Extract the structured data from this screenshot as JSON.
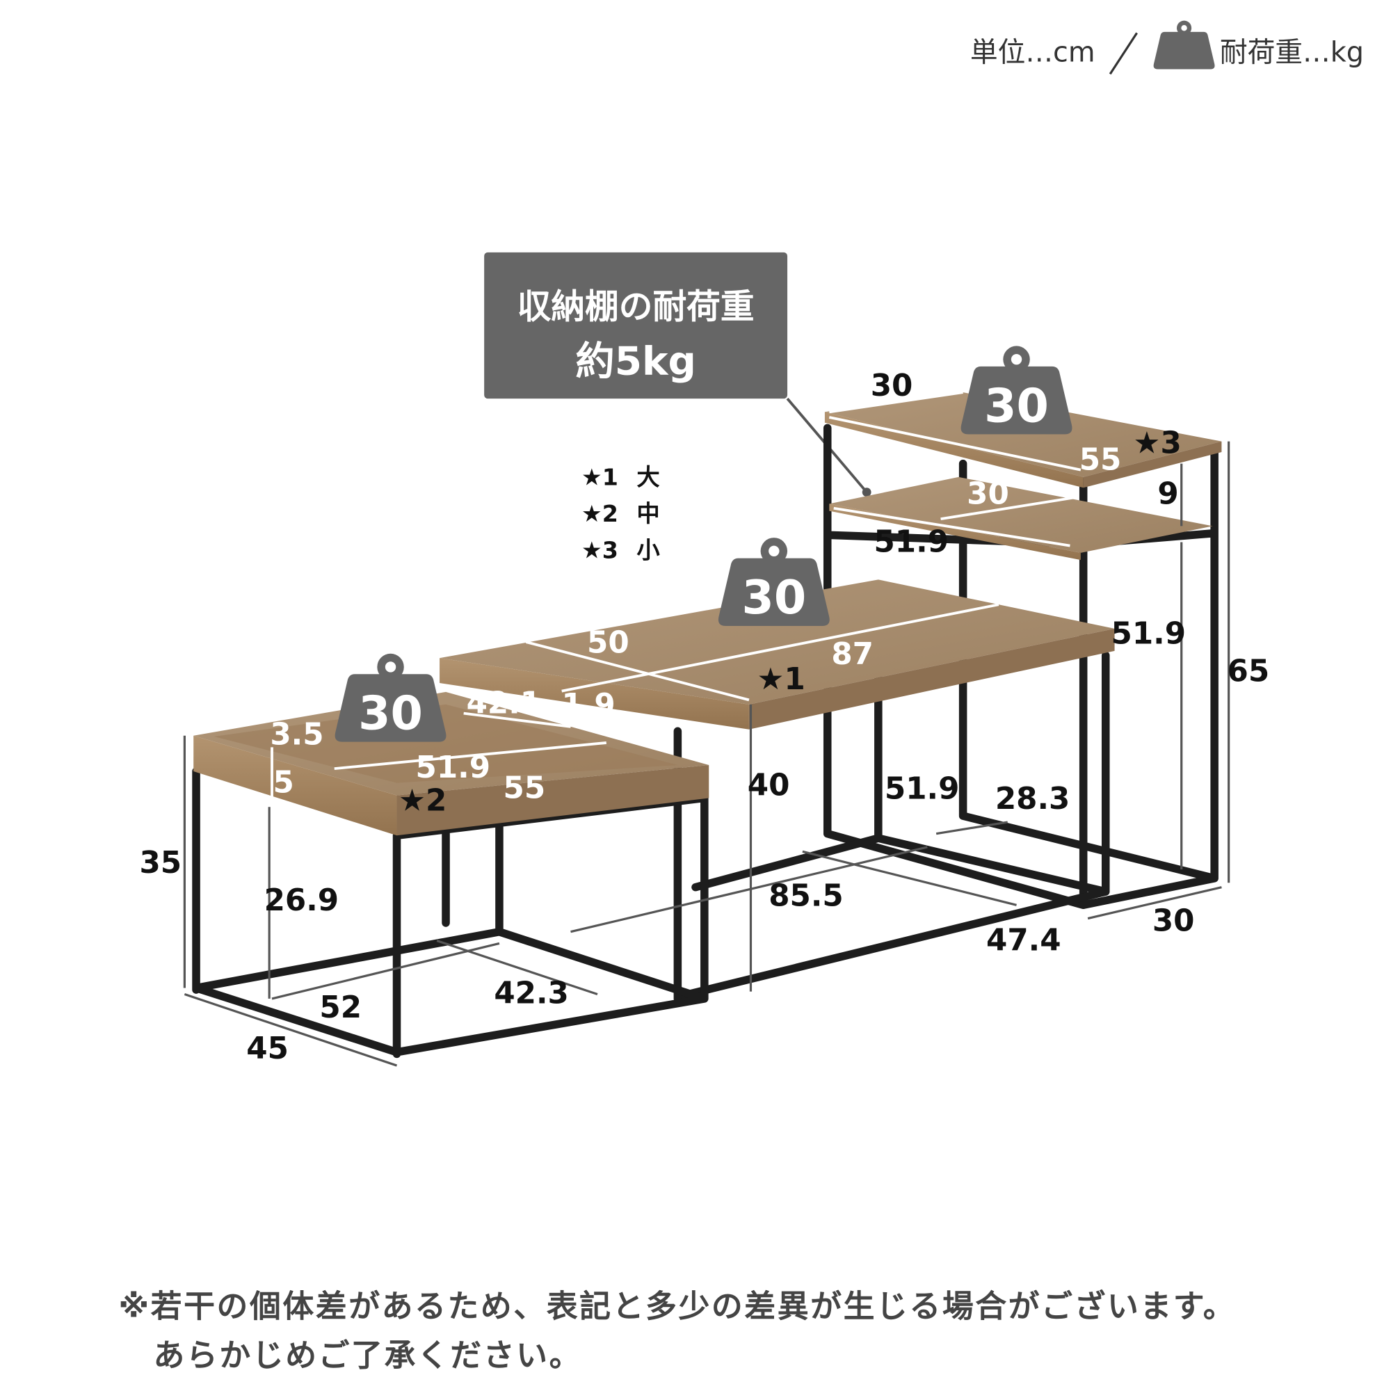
{
  "header": {
    "unit_label": "単位…cm",
    "separator": "/",
    "weight_label": "耐荷重…kg",
    "weight_icon": "weight-icon"
  },
  "callout": {
    "line1": "収納棚の耐荷重",
    "line2": "約5kg"
  },
  "legend": [
    {
      "mark": "★1",
      "size": "大"
    },
    {
      "mark": "★2",
      "size": "中"
    },
    {
      "mark": "★3",
      "size": "小"
    }
  ],
  "load_badges": {
    "large": "30",
    "medium": "30",
    "small": "30"
  },
  "colors": {
    "wood": "#a48a6c",
    "frame": "#1d1d1d",
    "badge": "#666666",
    "text": "#111111"
  },
  "dimensions": {
    "small_top_depth": "30",
    "small_top_width": "55",
    "small_star": "★3",
    "small_shelf_depth": "30",
    "small_shelf_gap": "9",
    "small_shelf_width": "51.9",
    "small_leg_height": "51.9",
    "small_total_height": "65",
    "small_base_depth": "30",
    "large_inner_depth": "28.3",
    "large_inner_width_back": "51.9",
    "large_base_depth": "47.4",
    "large_base_width": "85.5",
    "large_height": "40",
    "large_top_depth": "50",
    "large_top_width": "87",
    "large_star": "★1",
    "medium_inner_depth": "42.1",
    "large_top_thickness": "1.9",
    "medium_tray_depth": "3.5",
    "medium_top_thickness": "5",
    "medium_inner_width": "51.9",
    "medium_top_width": "55",
    "medium_star": "★2",
    "medium_height": "35",
    "medium_leg_height": "26.9",
    "medium_base_width": "52",
    "medium_base_depth": "42.3",
    "medium_depth": "45"
  },
  "footnote": {
    "line1": "※若干の個体差があるため、表記と多少の差異が生じる場合がございます。",
    "line2": "あらかじめご了承ください。"
  }
}
